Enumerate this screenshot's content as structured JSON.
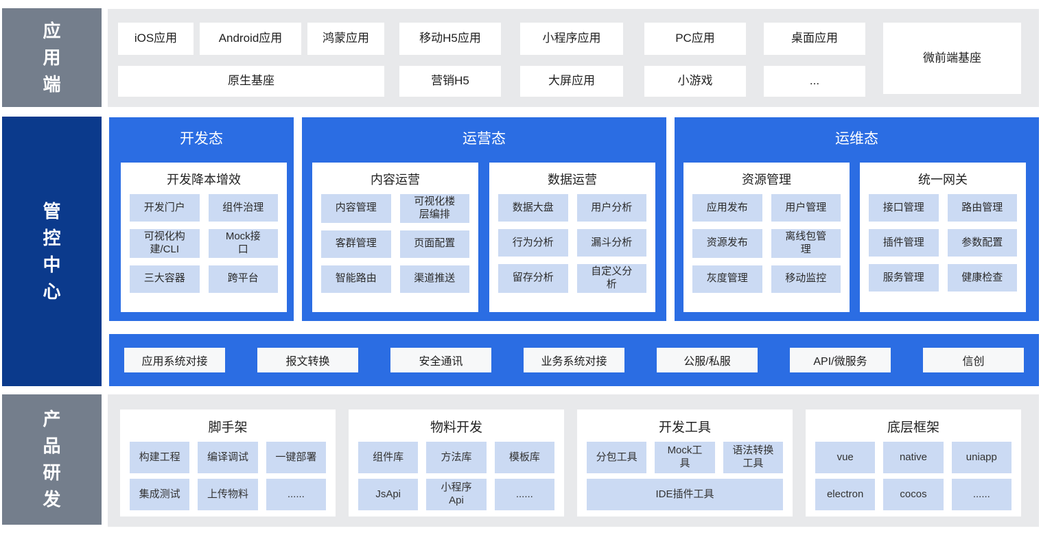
{
  "sidebar": {
    "app": "应用端",
    "control": "管控中心",
    "product": "产品研发"
  },
  "colors": {
    "accent_blue": "#2B6DE3",
    "navy": "#0B3A8C",
    "slate_gray": "#747E8C",
    "chip_blue": "#CBDAF3",
    "section_bg": "#E8E9EB"
  },
  "app_layer": {
    "row1": [
      "iOS应用",
      "Android应用",
      "鸿蒙应用",
      "移动H5应用",
      "小程序应用",
      "PC应用",
      "桌面应用"
    ],
    "row2": [
      "原生基座",
      "营销H5",
      "大屏应用",
      "小游戏",
      "..."
    ],
    "micro_frontend": "微前端基座"
  },
  "control_center": {
    "sections": [
      {
        "title": "开发态",
        "cards": [
          {
            "title": "开发降本增效",
            "chips": [
              "开发门户",
              "组件治理",
              "可视化构\n建/CLI",
              "Mock接\n口",
              "三大容器",
              "跨平台"
            ]
          }
        ]
      },
      {
        "title": "运营态",
        "cards": [
          {
            "title": "内容运营",
            "chips": [
              "内容管理",
              "可视化楼\n层编排",
              "客群管理",
              "页面配置",
              "智能路由",
              "渠道推送"
            ]
          },
          {
            "title": "数据运营",
            "chips": [
              "数据大盘",
              "用户分析",
              "行为分析",
              "漏斗分析",
              "留存分析",
              "自定义分\n析"
            ]
          }
        ]
      },
      {
        "title": "运维态",
        "cards": [
          {
            "title": "资源管理",
            "chips": [
              "应用发布",
              "用户管理",
              "资源发布",
              "离线包管\n理",
              "灰度管理",
              "移动监控"
            ]
          },
          {
            "title": "统一网关",
            "chips": [
              "接口管理",
              "路由管理",
              "插件管理",
              "参数配置",
              "服务管理",
              "健康检查"
            ]
          }
        ]
      }
    ],
    "integration_bar": [
      "应用系统对接",
      "报文转换",
      "安全通讯",
      "业务系统对接",
      "公服/私服",
      "API/微服务",
      "信创"
    ]
  },
  "product_dev": {
    "cards": [
      {
        "title": "脚手架",
        "chips": [
          "构建工程",
          "编译调试",
          "一键部署",
          "集成测试",
          "上传物料",
          "......"
        ]
      },
      {
        "title": "物料开发",
        "chips": [
          "组件库",
          "方法库",
          "模板库",
          "JsApi",
          "小程序\nApi",
          "......"
        ]
      },
      {
        "title": "开发工具",
        "chips": [
          "分包工具",
          "Mock工\n具",
          "语法转换\n工具"
        ],
        "wide_chip": "IDE插件工具"
      },
      {
        "title": "底层框架",
        "chips": [
          "vue",
          "native",
          "uniapp",
          "electron",
          "cocos",
          "......"
        ]
      }
    ]
  }
}
